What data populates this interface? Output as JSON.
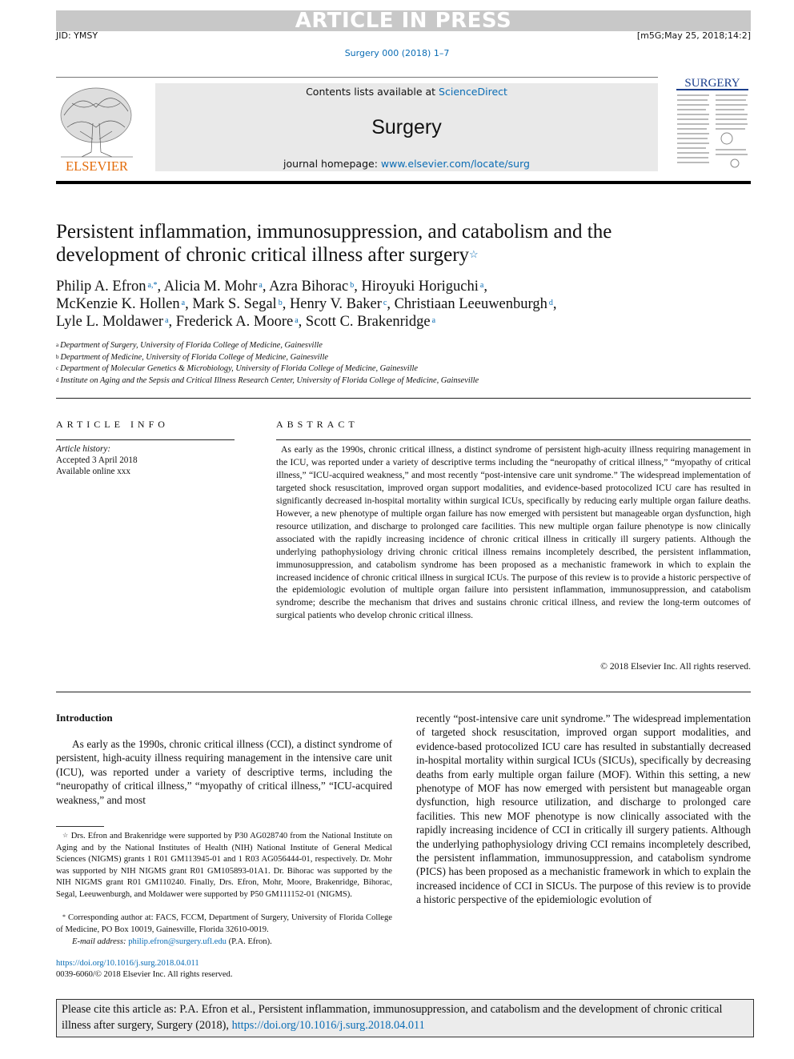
{
  "banner": "ARTICLE IN PRESS",
  "jid": "JID: YMSY",
  "stamp": "[m5G;May 25, 2018;14:2]",
  "journal_ref": "Surgery 000 (2018) 1–7",
  "header": {
    "contents_prefix": "Contents lists available at ",
    "contents_link": "ScienceDirect",
    "journal_name": "Surgery",
    "homepage_prefix": "journal homepage: ",
    "homepage_link": "www.elsevier.com/locate/surg",
    "publisher_logo": "ELSEVIER",
    "cover_title": "SURGERY"
  },
  "title_line1": "Persistent inflammation, immunosuppression, and catabolism and the",
  "title_line2": "development of chronic critical illness after surgery",
  "title_mark": "☆",
  "authors": [
    [
      {
        "name": "Philip A. Efron",
        "sup": "a,*"
      },
      {
        "name": "Alicia M. Mohr",
        "sup": "a"
      },
      {
        "name": "Azra Bihorac",
        "sup": "b"
      },
      {
        "name": "Hiroyuki Horiguchi",
        "sup": "a"
      }
    ],
    [
      {
        "name": "McKenzie K. Hollen",
        "sup": "a"
      },
      {
        "name": "Mark S. Segal",
        "sup": "b"
      },
      {
        "name": "Henry V. Baker",
        "sup": "c"
      },
      {
        "name": "Christiaan Leeuwenburgh",
        "sup": "d"
      }
    ],
    [
      {
        "name": "Lyle L. Moldawer",
        "sup": "a"
      },
      {
        "name": "Frederick A. Moore",
        "sup": "a"
      },
      {
        "name": "Scott C. Brakenridge",
        "sup": "a"
      }
    ]
  ],
  "affiliations": [
    {
      "key": "a",
      "text": "Department of Surgery, University of Florida College of Medicine, Gainesville"
    },
    {
      "key": "b",
      "text": "Department of Medicine, University of Florida College of Medicine, Gainesville"
    },
    {
      "key": "c",
      "text": "Department of Molecular Genetics & Microbiology, University of Florida College of Medicine, Gainesville"
    },
    {
      "key": "d",
      "text": "Institute on Aging and the Sepsis and Critical Illness Research Center, University of Florida College of Medicine, Gainseville"
    }
  ],
  "article_info": {
    "heading": "ARTICLE INFO",
    "history_label": "Article history:",
    "accepted": "Accepted 3 April 2018",
    "online": "Available online xxx"
  },
  "abstract": {
    "heading": "ABSTRACT",
    "text": "As early as the 1990s, chronic critical illness, a distinct syndrome of persistent high-acuity illness requiring management in the ICU, was reported under a variety of descriptive terms including the “neuropathy of critical illness,” “myopathy of critical illness,” “ICU-acquired weakness,” and most recently “post-intensive care unit syndrome.” The widespread implementation of targeted shock resuscitation, improved organ support modalities, and evidence-based protocolized ICU care has resulted in significantly decreased in-hospital mortality within surgical ICUs, specifically by reducing early multiple organ failure deaths. However, a new phenotype of multiple organ failure has now emerged with persistent but manageable organ dysfunction, high resource utilization, and discharge to prolonged care facilities. This new multiple organ failure phenotype is now clinically associated with the rapidly increasing incidence of chronic critical illness in critically ill surgery patients. Although the underlying pathophysiology driving chronic critical illness remains incompletely described, the persistent inflammation, immunosuppression, and catabolism syndrome has been proposed as a mechanistic framework in which to explain the increased incidence of chronic critical illness in surgical ICUs. The purpose of this review is to provide a historic perspective of the epidemiologic evolution of multiple organ failure into persistent inflammation, immunosuppression, and catabolism syndrome; describe the mechanism that drives and sustains chronic critical illness, and review the long-term outcomes of surgical patients who develop chronic critical illness.",
    "copyright": "© 2018 Elsevier Inc. All rights reserved."
  },
  "intro": {
    "heading": "Introduction",
    "col1": "As early as the 1990s, chronic critical illness (CCI), a distinct syndrome of persistent, high-acuity illness requiring management in the intensive care unit (ICU), was reported under a variety of descriptive terms, including the “neuropathy of critical illness,” “myopathy of critical illness,” “ICU-acquired weakness,” and most",
    "col2": "recently “post-intensive care unit syndrome.” The widespread implementation of targeted shock resuscitation, improved organ support modalities, and evidence-based protocolized ICU care has resulted in substantially decreased in-hospital mortality within surgical ICUs (SICUs), specifically by decreasing deaths from early multiple organ failure (MOF). Within this setting, a new phenotype of MOF has now emerged with persistent but manageable organ dysfunction, high resource utilization, and discharge to prolonged care facilities. This new MOF phenotype is now clinically associated with the rapidly increasing incidence of CCI in critically ill surgery patients. Although the underlying pathophysiology driving CCI remains incompletely described, the persistent inflammation, immunosuppression, and catabolism syndrome (PICS) has been proposed as a mechanistic framework in which to explain the increased incidence of CCI in SICUs. The purpose of this review is to provide a historic perspective of the epidemiologic evolution of"
  },
  "footnotes": {
    "fn1_mark": "☆",
    "fn1": "Drs. Efron and Brakenridge were supported by P30 AG028740 from the National Institute on Aging and by the National Institutes of Health (NIH) National Institute of General Medical Sciences (NIGMS) grants 1 R01 GM113945-01 and 1 R03 AG056444-01, respectively. Dr. Mohr was supported by NIH NIGMS grant R01 GM105893-01A1. Dr. Bihorac was supported by the NIH NIGMS grant R01 GM110240. Finally, Drs. Efron, Mohr, Moore, Brakenridge, Bihorac, Segal, Leeuwenburgh, and Moldawer were supported by P50 GM111152-01 (NIGMS).",
    "fn2_mark": "*",
    "fn2": "Corresponding author at: FACS, FCCM, Department of Surgery, University of Florida College of Medicine, PO Box 10019, Gainesville, Florida 32610-0019.",
    "email_label": "E-mail address: ",
    "email": "philip.efron@surgery.ufl.edu",
    "email_suffix": " (P.A. Efron).",
    "doi": "https://doi.org/10.1016/j.surg.2018.04.011",
    "issn": "0039-6060/© 2018 Elsevier Inc. All rights reserved."
  },
  "cite_box": {
    "text": "Please cite this article as: P.A. Efron et al., Persistent inflammation, immunosuppression, and catabolism and the development of chronic critical illness after surgery, Surgery (2018), ",
    "link": "https://doi.org/10.1016/j.surg.2018.04.011"
  }
}
